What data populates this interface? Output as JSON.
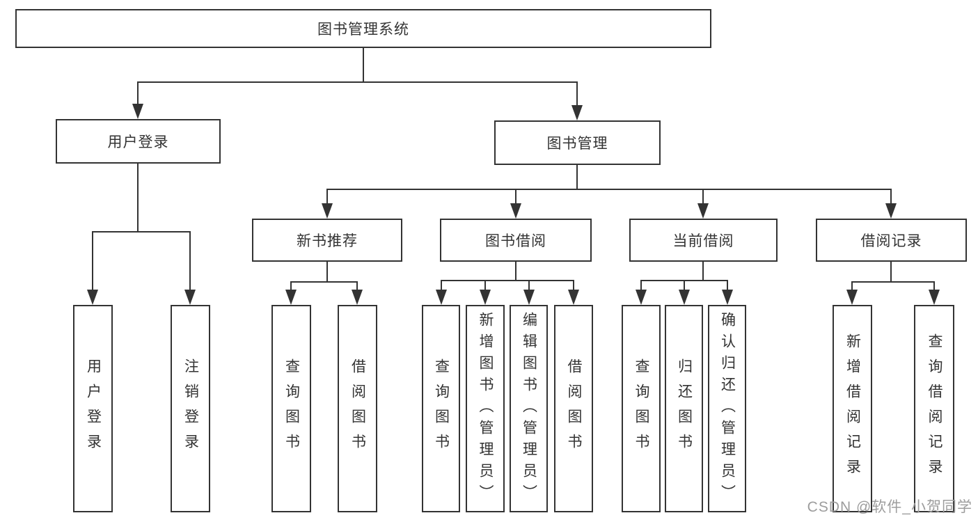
{
  "diagram": {
    "root": {
      "label": "图书管理系统"
    },
    "level2": [
      {
        "label": "用户登录"
      },
      {
        "label": "图书管理"
      }
    ],
    "level3": [
      {
        "label": "新书推荐"
      },
      {
        "label": "图书借阅"
      },
      {
        "label": "当前借阅"
      },
      {
        "label": "借阅记录"
      }
    ],
    "leaves": {
      "login": [
        "用户登录",
        "注销登录"
      ],
      "recommend": [
        "查询图书",
        "借阅图书"
      ],
      "borrow": [
        "查询图书",
        "新增图书（管理员）",
        "编辑图书（管理员）",
        "借阅图书"
      ],
      "current": [
        "查询图书",
        "归还图书",
        "确认归还（管理员）"
      ],
      "records": [
        "新增借阅记录",
        "查询借阅记录"
      ]
    }
  },
  "watermark": {
    "text": "CSDN @软件_小贺同学"
  },
  "colors": {
    "line": "#333333",
    "box_border": "#333333",
    "box_fill": "#ffffff",
    "text": "#333333",
    "watermark": "#9d9d9d",
    "background": "#ffffff"
  }
}
